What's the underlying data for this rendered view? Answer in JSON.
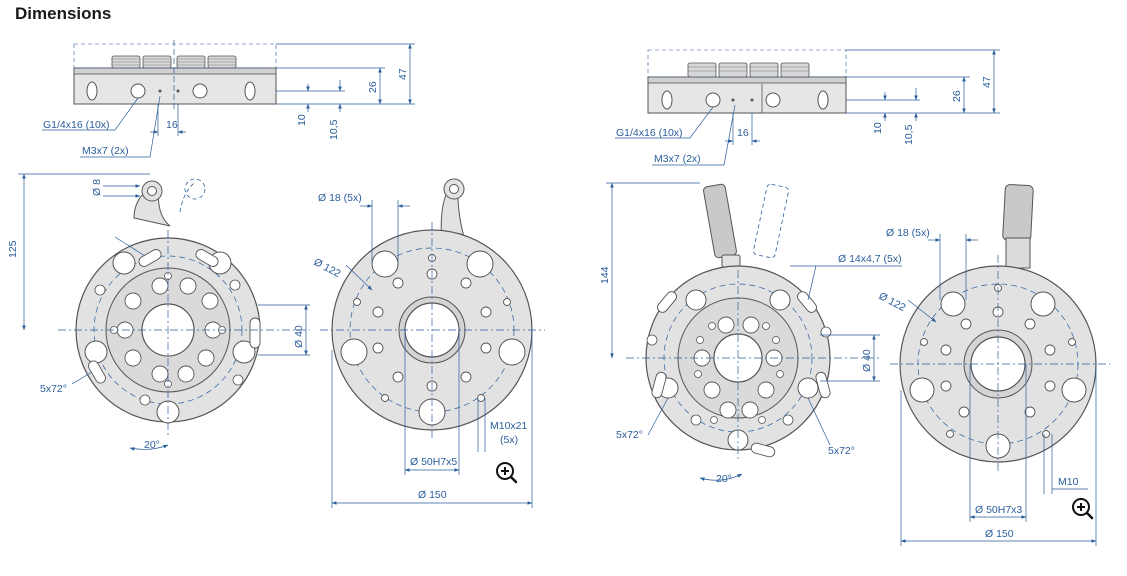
{
  "page": {
    "title": "Dimensions"
  },
  "colors": {
    "dimension": "#2a5d9c",
    "outline": "#555555",
    "metal": "#e2e2e2",
    "background": "#ffffff"
  },
  "drawing_a": {
    "side": {
      "port_label": "G1/4x16 (10x)",
      "screw_label": "M3x7 (2x)",
      "d16": "16",
      "d10": "10",
      "d10_5": "10,5",
      "d26": "26",
      "d47": "47"
    },
    "front": {
      "d8": "Ø 8",
      "d125": "125",
      "angle5x72": "5x72°",
      "angle20": "20°"
    },
    "back": {
      "d18": "Ø 18 (5x)",
      "d122": "Ø 122",
      "d40": "Ø 40",
      "m10": "M10x21",
      "m10_count": "(5x)",
      "d50": "Ø 50H7x5",
      "d150": "Ø 150"
    }
  },
  "drawing_b": {
    "side": {
      "port_label": "G1/4x16 (10x)",
      "screw_label": "M3x7 (2x)",
      "d16": "16",
      "d10": "10",
      "d10_5": "10,5",
      "d26": "26",
      "d47": "47"
    },
    "front": {
      "d144": "144",
      "d14": "Ø 14x4,7 (5x)",
      "d40": "Ø 40",
      "angle5x72_left": "5x72°",
      "angle5x72_right": "5x72°",
      "angle20": "20°"
    },
    "back": {
      "d18": "Ø 18 (5x)",
      "d122": "Ø 122",
      "m10": "M10",
      "d50": "Ø 50H7x3",
      "d150": "Ø 150"
    }
  },
  "icons": {
    "zoom_a": "zoom-in-icon",
    "zoom_b": "zoom-in-icon"
  }
}
